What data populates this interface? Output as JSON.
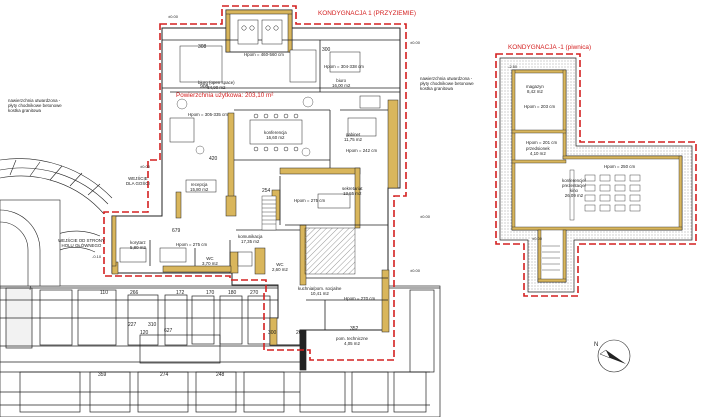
{
  "title_ground": "KONDYGNACJA 1 (PRZYZIEMIE)",
  "title_basement": "KONDYGNACJA -1 (piwnica)",
  "usable_area": "Powierzchnia użytkowa: 203,10 m²",
  "colors": {
    "boundary": "#d42020",
    "wall": "#d9b65c",
    "outline": "#222222",
    "hatch": "#9a9a9a"
  },
  "notes": {
    "paving_left": "nawierzchnia utwardzona -\npłyty chodnikowe betonowe\nkostka granitowa",
    "paving_right": "nawierzchnia utwardzona -\npłyty chodnikowe betonowe\nkostka granitowa",
    "guest_entrance": "WEJŚCIE\nDLA GOŚCI",
    "street_entrance": "WEJŚCIE OD STRONY\nHOLU GŁÓWNEGO"
  },
  "rooms": {
    "biuro_open": "biuro (open space)\n34,90 m2",
    "hpom_open": "Hpom = 460-560 cm",
    "hpom_biuro2": "Hpom = 304-338 cm",
    "biuro2": "biuro\n16,00 m2",
    "konferencja": "konferencja\n16,60 m2",
    "hpom_konf": "Hpom = 305-335 cm",
    "gabinet": "gabinet\n11,75 m2",
    "hpom_gab": "Hpom = 242 cm",
    "recepcja": "recepcja\n15,80 m2",
    "sekretariat": "sekretariat\n13,55 m2",
    "hpom_sekr": "Hpom = 275 cm",
    "komunikacja": "komunikacja\n17,35 m2",
    "hpom_kom": "Hpom = 275 cm",
    "korytarz": "korytarz\n5,80 m2",
    "wc_a": "WC\n3,70 m2",
    "wc_b": "WC\n2,60 m2",
    "kuchnia": "kuchnia/pom. socjalne\n10,41 m2",
    "hpom_kuch": "Hpom = 270 cm",
    "techniczne": "pom. techniczne\n4,05 m2",
    "magazyn": "magazyn\n8,42 m2",
    "hpom_mag": "Hpom = 203 cm",
    "hpom_sas": "Hpom = 201 cm",
    "sas": "przedsionek\n4,10 m2",
    "hpom_kino": "Hpom = 250 cm",
    "kino": "konferencje/\nprezentacje/\nkino\n26,09 m2"
  },
  "levels": [
    "±0.00",
    "±0.00",
    "±0.00",
    "±0.00",
    "±0.00",
    "-0.10",
    "-2.50",
    "±0.00"
  ],
  "dims": [
    "308",
    "908",
    "420",
    "300",
    "254",
    "679",
    "110",
    "266",
    "172",
    "170",
    "180",
    "270",
    "227",
    "310",
    "120",
    "627",
    "359",
    "274",
    "248",
    "300",
    "200",
    "352"
  ]
}
